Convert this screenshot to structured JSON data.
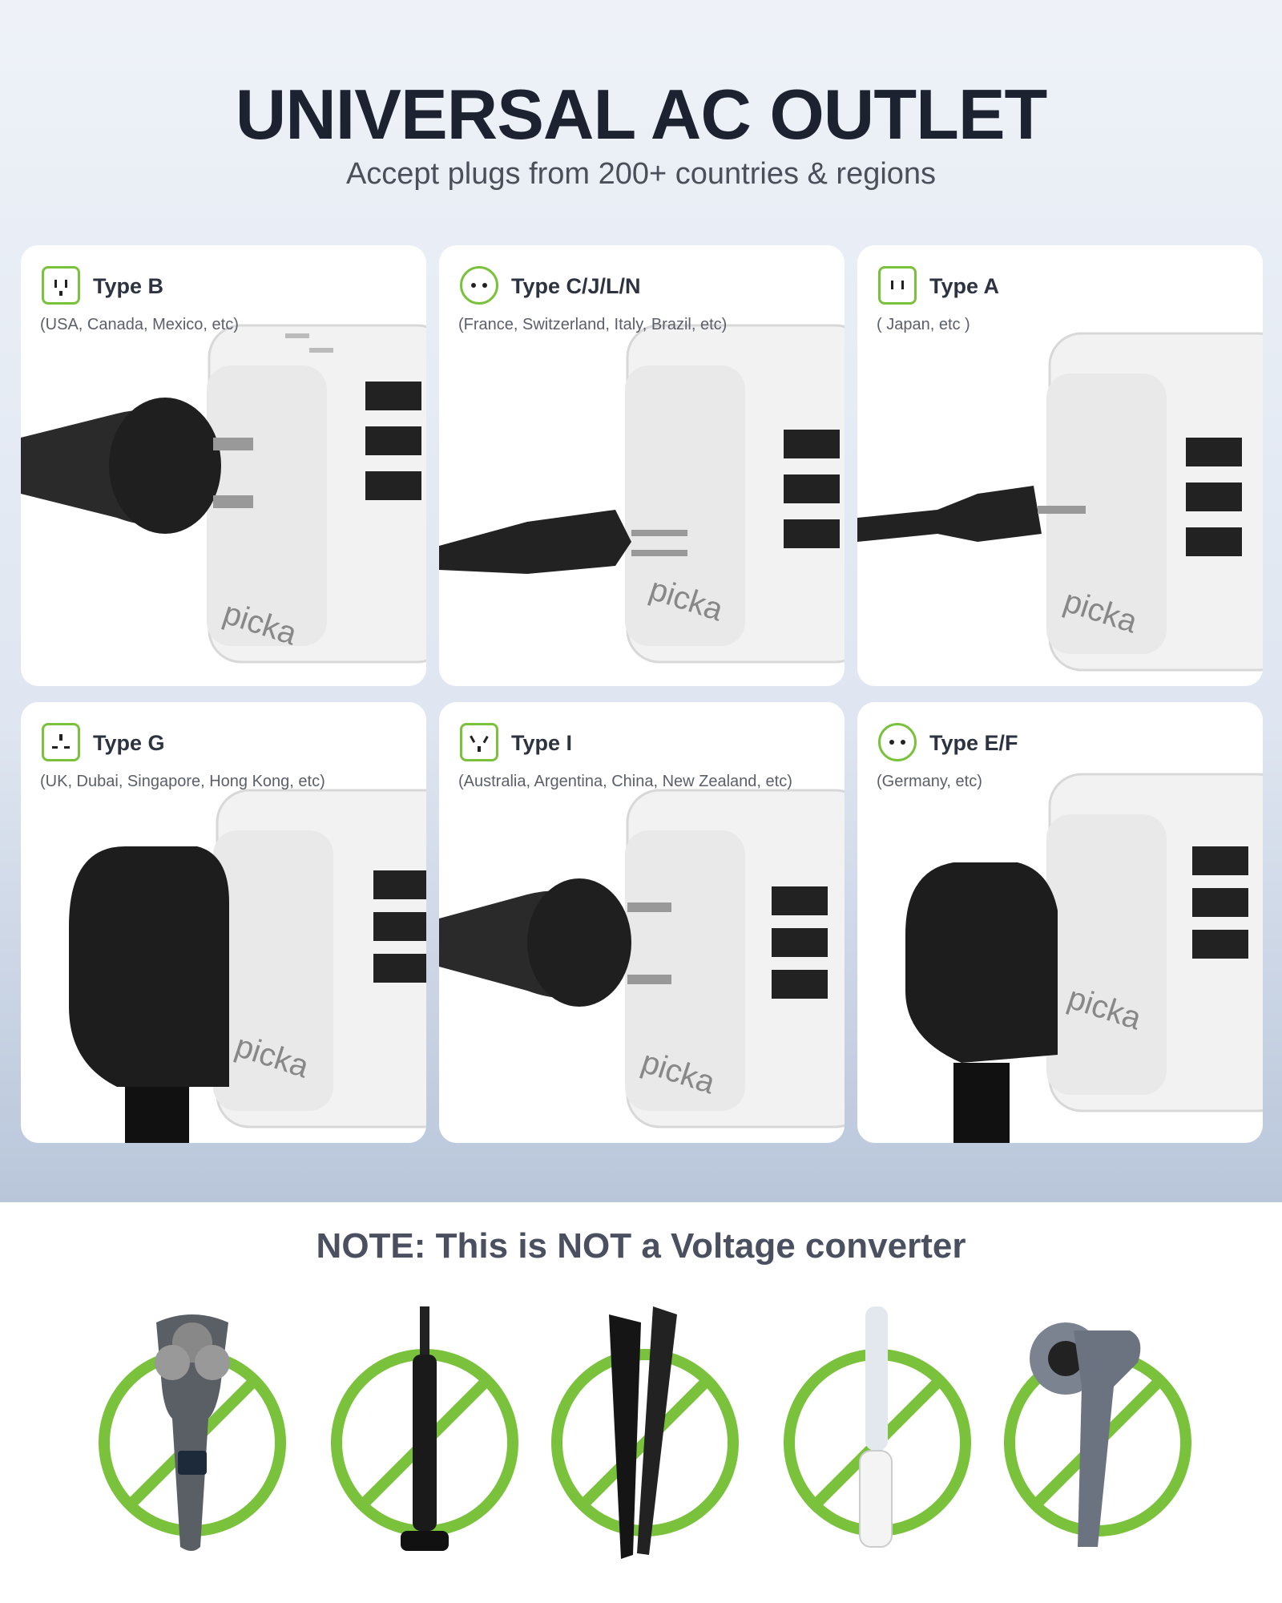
{
  "header": {
    "title": "UNIVERSAL AC OUTLET",
    "subtitle": "Accept plugs from 200+ countries & regions"
  },
  "brand": "picka",
  "plug_types": [
    {
      "name": "Type B",
      "countries": "(USA, Canada, Mexico, etc)",
      "icon": "type-b-socket-icon"
    },
    {
      "name": "Type C/J/L/N",
      "countries": "(France, Switzerland, Italy, Brazil, etc)",
      "icon": "type-c-socket-icon"
    },
    {
      "name": "Type A",
      "countries": "( Japan, etc )",
      "icon": "type-a-socket-icon"
    },
    {
      "name": "Type G",
      "countries": "(UK, Dubai, Singapore, Hong Kong, etc)",
      "icon": "type-g-socket-icon"
    },
    {
      "name": "Type I",
      "countries": "(Australia, Argentina, China, New Zealand, etc)",
      "icon": "type-i-socket-icon"
    },
    {
      "name": "Type E/F",
      "countries": "(Germany, etc)",
      "icon": "type-ef-socket-icon"
    }
  ],
  "note": {
    "text": "NOTE: This is NOT a Voltage converter",
    "devices": [
      "electric-shaver",
      "electric-toothbrush",
      "hair-straightener",
      "curling-iron",
      "hair-dryer"
    ]
  },
  "colors": {
    "accent_green": "#7ac23c",
    "title_dark": "#1c2230"
  }
}
